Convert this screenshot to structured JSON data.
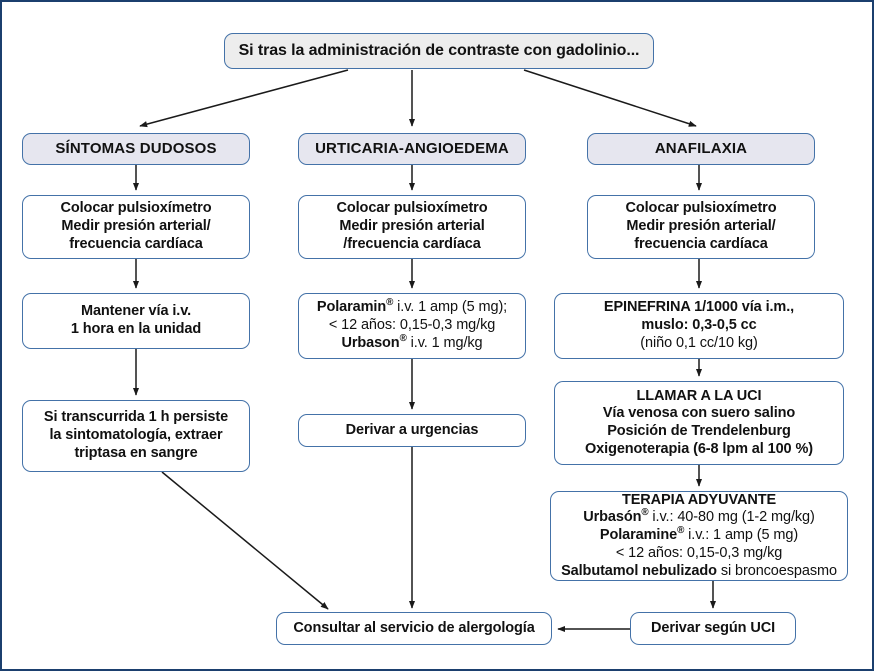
{
  "diagram": {
    "title": "Algoritmo de actuación tras administración de contraste con gadolinio",
    "colors": {
      "frame_border": "#1b3f6e",
      "node_border": "#4472a8",
      "header_fill": "#e6e6ef",
      "root_fill": "#ededed",
      "arrow": "#1a1a1a",
      "text": "#111111"
    },
    "root": {
      "label": "Si tras la administración de contraste con gadolinio..."
    },
    "columns": [
      {
        "id": "sintomas-dudosos",
        "header": "SÍNTOMAS DUDOSOS",
        "steps": [
          {
            "id": "l1",
            "lines": [
              {
                "text": "Colocar pulsioxímetro",
                "bold": true
              },
              {
                "text": "Medir presión arterial/",
                "bold": true
              },
              {
                "text": "frecuencia cardíaca",
                "bold": true
              }
            ]
          },
          {
            "id": "l2",
            "lines": [
              {
                "text": "Mantener vía i.v.",
                "bold": true
              },
              {
                "text": "1 hora en la unidad",
                "bold": true
              }
            ]
          },
          {
            "id": "l3",
            "lines": [
              {
                "text": "Si transcurrida 1 h persiste",
                "bold": true
              },
              {
                "text": "la sintomatología, extraer",
                "bold": true
              },
              {
                "text": "triptasa en sangre",
                "bold": true
              }
            ]
          }
        ]
      },
      {
        "id": "urticaria-angioedema",
        "header": "URTICARIA-ANGIOEDEMA",
        "steps": [
          {
            "id": "m1",
            "lines": [
              {
                "text": "Colocar  pulsioxímetro",
                "bold": true
              },
              {
                "text": "Medir presión arterial",
                "bold": true
              },
              {
                "text": "/frecuencia cardíaca",
                "bold": true
              }
            ]
          },
          {
            "id": "m2",
            "lines": [
              {
                "runs": [
                  {
                    "text": "Polaramin",
                    "bold": true,
                    "sup": "®"
                  },
                  {
                    "text": " i.v. 1 amp (5 mg);",
                    "bold": false
                  }
                ]
              },
              {
                "runs": [
                  {
                    "text": "< 12 años: 0,15-0,3 mg/kg",
                    "bold": false
                  }
                ]
              },
              {
                "runs": [
                  {
                    "text": "Urbason",
                    "bold": true,
                    "sup": "®"
                  },
                  {
                    "text": " i.v. 1 mg/kg",
                    "bold": false
                  }
                ]
              }
            ]
          },
          {
            "id": "m3",
            "lines": [
              {
                "text": "Derivar a urgencias",
                "bold": true
              }
            ]
          }
        ]
      },
      {
        "id": "anafilaxia",
        "header": "ANAFILAXIA",
        "steps": [
          {
            "id": "r1",
            "lines": [
              {
                "text": "Colocar  pulsioxímetro",
                "bold": true
              },
              {
                "text": "Medir presión arterial/",
                "bold": true
              },
              {
                "text": "frecuencia cardíaca",
                "bold": true
              }
            ]
          },
          {
            "id": "r2",
            "lines": [
              {
                "runs": [
                  {
                    "text": "EPINEFRINA 1/1000 vía i.m.,",
                    "bold": true
                  }
                ]
              },
              {
                "runs": [
                  {
                    "text": "muslo: 0,3-0,5 cc",
                    "bold": true
                  }
                ]
              },
              {
                "runs": [
                  {
                    "text": "(niño 0,1 cc/10 kg)",
                    "bold": false
                  }
                ]
              }
            ]
          },
          {
            "id": "r3",
            "lines": [
              {
                "text": "LLAMAR A LA UCI",
                "bold": true
              },
              {
                "text": "Vía venosa con suero salino",
                "bold": true
              },
              {
                "text": "Posición de Trendelenburg",
                "bold": true
              },
              {
                "text": "Oxigenoterapia (6-8 lpm al 100 %)",
                "bold": true
              }
            ]
          },
          {
            "id": "r4",
            "lines": [
              {
                "runs": [
                  {
                    "text": "TERAPIA ADYUVANTE",
                    "bold": true
                  }
                ]
              },
              {
                "runs": [
                  {
                    "text": "Urbasón",
                    "bold": true,
                    "sup": "®"
                  },
                  {
                    "text": " i.v.: 40-80 mg (1-2 mg/kg)",
                    "bold": false
                  }
                ]
              },
              {
                "runs": [
                  {
                    "text": "Polaramine",
                    "bold": true,
                    "sup": "®"
                  },
                  {
                    "text": " i.v.: 1 amp (5 mg)",
                    "bold": false
                  }
                ]
              },
              {
                "runs": [
                  {
                    "text": "< 12 años: 0,15-0,3 mg/kg",
                    "bold": false
                  }
                ]
              },
              {
                "runs": [
                  {
                    "text": "Salbutamol nebulizado",
                    "bold": true
                  },
                  {
                    "text": " si broncoespasmo",
                    "bold": false
                  }
                ]
              }
            ]
          }
        ]
      }
    ],
    "terminals": [
      {
        "id": "final-left",
        "label": "Consultar al servicio de alergología"
      },
      {
        "id": "final-right",
        "label": "Derivar según UCI"
      }
    ]
  }
}
